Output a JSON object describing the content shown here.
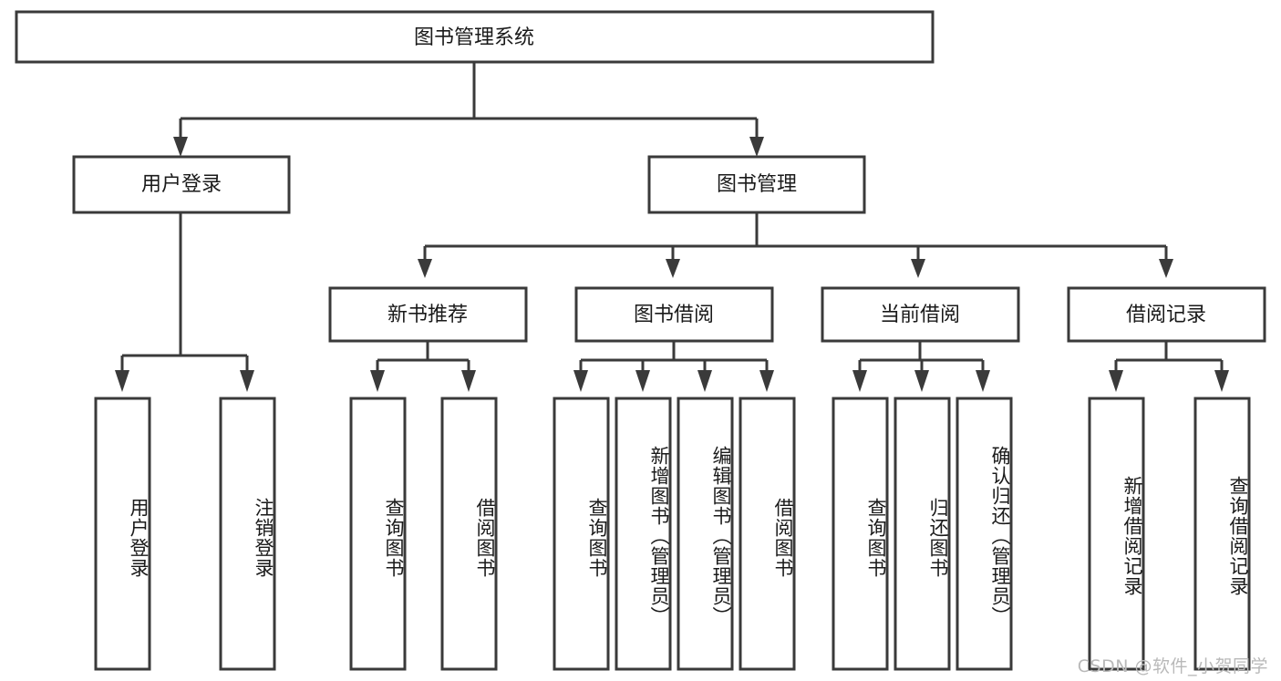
{
  "diagram": {
    "type": "tree",
    "title": "图书管理系统",
    "orientation": "top-down",
    "background_color": "#ffffff",
    "line_color": "#3a3a3a",
    "text_color": "#1a1a1a",
    "watermark": "CSDN @软件_小贺同学",
    "levels": 4
  },
  "root": {
    "label": "图书管理系统"
  },
  "level2": [
    {
      "label": "用户登录"
    },
    {
      "label": "图书管理"
    }
  ],
  "level3": [
    {
      "label": "新书推荐"
    },
    {
      "label": "图书借阅"
    },
    {
      "label": "当前借阅"
    },
    {
      "label": "借阅记录"
    }
  ],
  "leaves": {
    "user_login": [
      {
        "label": "用户登录"
      },
      {
        "label": "注销登录"
      }
    ],
    "new_book_recommend": [
      {
        "label": "查询图书"
      },
      {
        "label": "借阅图书"
      }
    ],
    "book_borrow": [
      {
        "label": "查询图书"
      },
      {
        "label": "新增图书（管理员）"
      },
      {
        "label": "编辑图书（管理员）"
      },
      {
        "label": "借阅图书"
      }
    ],
    "current_borrow": [
      {
        "label": "查询图书"
      },
      {
        "label": "归还图书"
      },
      {
        "label": "确认归还（管理员）"
      }
    ],
    "borrow_record": [
      {
        "label": "新增借阅记录"
      },
      {
        "label": "查询借阅记录"
      }
    ]
  }
}
